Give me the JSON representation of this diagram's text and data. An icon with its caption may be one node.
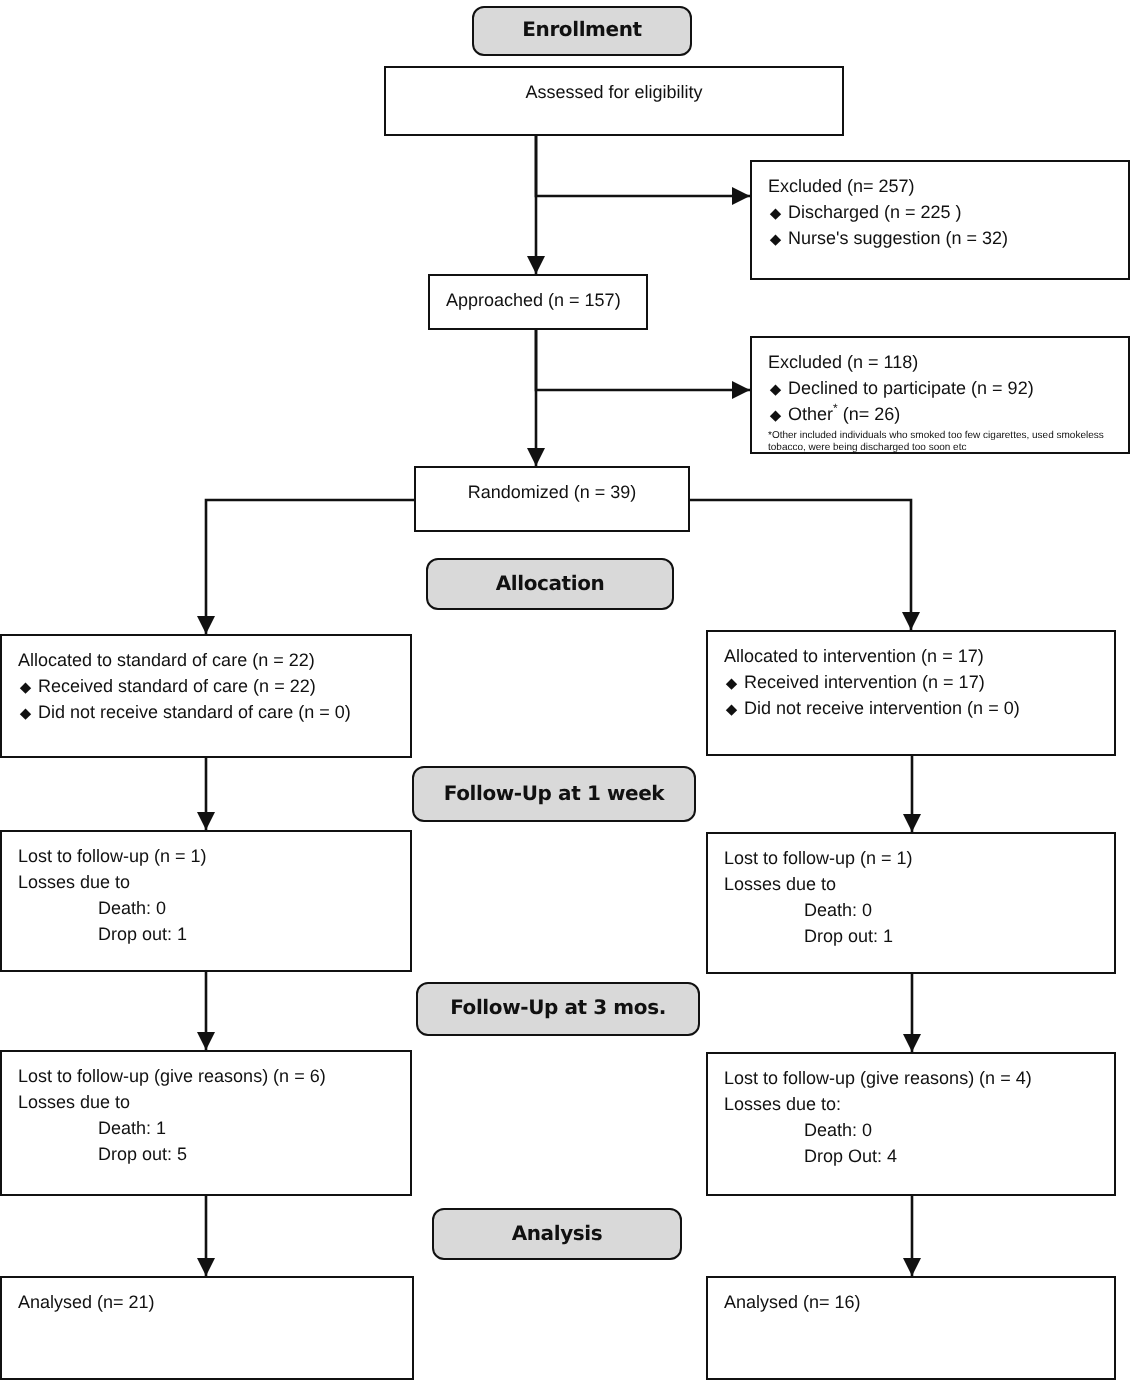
{
  "diagram": {
    "nodes": [
      {
        "text": [
          "Enrollment"
        ]
      },
      {
        "text": [
          "Assessed for eligibility"
        ]
      },
      {
        "text": [
          "Excluded (n= 257)",
          "Discharged (n = 225 )",
          "Nurse's suggestion (n = 32)"
        ]
      },
      {
        "text": [
          "Approached (n = 157)"
        ]
      },
      {
        "text": [
          "Excluded (n = 118)",
          "Declined to participate (n = 92)",
          "Other$^{*}$ (n= 26)",
          "*Other included individuals who smoked too few cigarettes, used smokeless tobacco, were being discharged too soon etc"
        ]
      },
      {
        "text": [
          "Randomized (n = 39)"
        ]
      },
      {
        "text": [
          "Allocation"
        ]
      },
      {
        "text": [
          "Allocated to standard of care (n = 22)",
          "Received standard of care (n = 22)",
          "Did not receive standard of care (n = 0)"
        ]
      },
      {
        "text": [
          "Allocated to intervention (n = 17)",
          "Received intervention (n = 17)",
          "Did not receive intervention (n = 0)"
        ]
      },
      {
        "text": [
          "Follow-Up at 1 week"
        ]
      },
      {
        "text": [
          "Lost to follow-up (n = 1)",
          "Losses due to",
          "Death: 0",
          "Drop out: 1"
        ]
      },
      {
        "text": [
          "Lost to follow-up (n = 1)",
          "Losses due to",
          "Death: 0",
          "Drop out: 1"
        ]
      },
      {
        "text": [
          "Follow-Up at 3 mos."
        ]
      },
      {
        "text": [
          "Lost to follow-up (give reasons) (n = 6)",
          "Losses due to",
          "Death: 1",
          "Drop out: 5"
        ]
      },
      {
        "text": [
          "Lost to follow-up (give reasons) (n = 4)",
          "Losses due to:",
          "Death: 0",
          "Drop Out: 4"
        ]
      },
      {
        "text": [
          "Analysis"
        ]
      },
      {
        "text": [
          "Analysed (n= 21)"
        ]
      },
      {
        "text": [
          "Analysed (n= 16)"
        ]
      }
    ],
    "edges": [
      {
        "from": 1,
        "to": 3,
        "arrow": "to"
      },
      {
        "from": 1,
        "to": 2,
        "arrow": "to"
      },
      {
        "from": 3,
        "to": 5,
        "arrow": "to"
      },
      {
        "from": 3,
        "to": 4,
        "arrow": "to"
      },
      {
        "from": 5,
        "to": 7,
        "arrow": "to"
      },
      {
        "from": 5,
        "to": 8,
        "arrow": "to"
      },
      {
        "from": 7,
        "to": 10,
        "arrow": "to"
      },
      {
        "from": 8,
        "to": 11,
        "arrow": "to"
      },
      {
        "from": 10,
        "to": 13,
        "arrow": "to"
      },
      {
        "from": 11,
        "to": 14,
        "arrow": "to"
      },
      {
        "from": 13,
        "to": 16,
        "arrow": "to"
      },
      {
        "from": 14,
        "to": 17,
        "arrow": "to"
      }
    ]
  }
}
